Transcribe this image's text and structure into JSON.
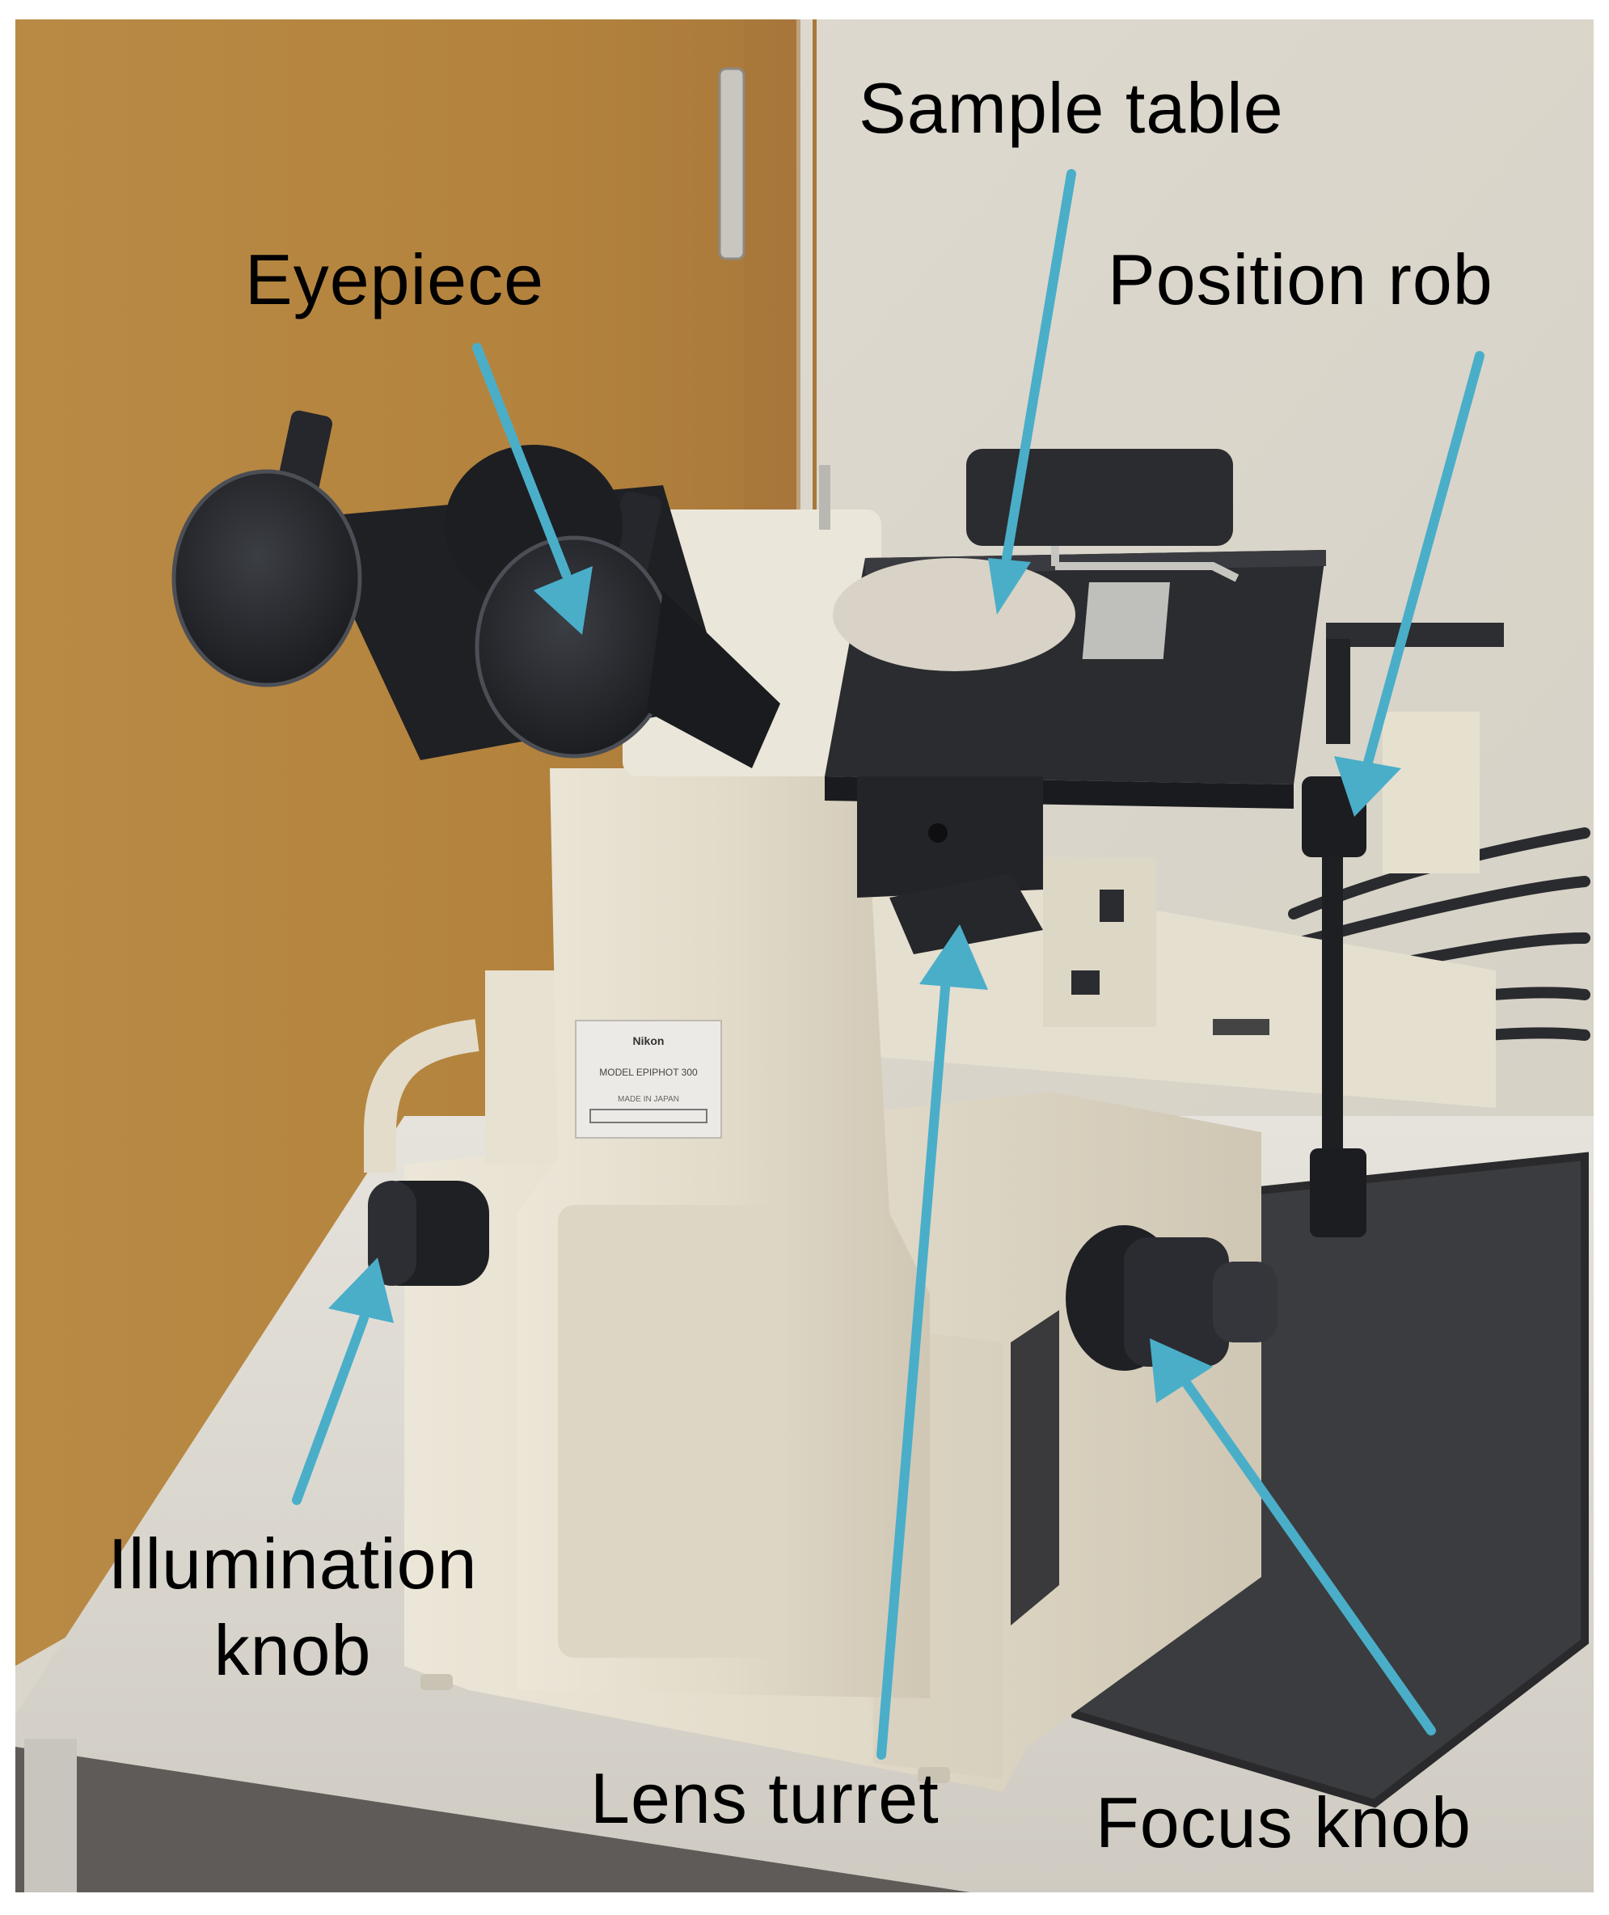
{
  "figure": {
    "subject": "Inverted metallurgical microscope with labeled parts",
    "instrument_label": {
      "brand": "Nikon",
      "model": "MODEL EPIPHOT 300",
      "origin": "MADE IN JAPAN"
    },
    "colors": {
      "arrow": "#4aaec9",
      "door_wood": "#b5853f",
      "wall": "#d9d4c8",
      "microscope_body": "#e4ddcc",
      "stage_black": "#2a2c30",
      "mat": "#3c3d40",
      "desk": "#dedbd3",
      "label_text": "#000000",
      "border": "#ffffff"
    }
  },
  "labels": {
    "sample_table": "Sample table",
    "eyepiece": "Eyepiece",
    "position_rob": "Position rob",
    "illumination_knob_line1": "Illumination",
    "illumination_knob_line2": "knob",
    "lens_turret": "Lens turret",
    "focus_knob": "Focus knob"
  }
}
